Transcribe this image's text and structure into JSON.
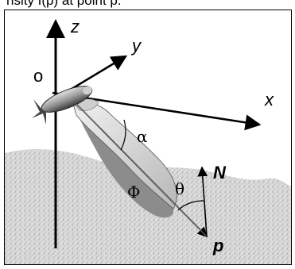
{
  "caption": "nsity I(p) at point p.",
  "diagram": {
    "labels": {
      "z": "z",
      "y": "y",
      "x": "x",
      "origin": "o",
      "alpha": "α",
      "phi": "Φ",
      "theta": "θ",
      "normal": "N",
      "point": "p"
    },
    "colors": {
      "seafloor": "#d9d9d9",
      "lobe": "#bdbdbd",
      "lobe_shadow": "#7f7f7f",
      "axis": "#000000"
    }
  }
}
